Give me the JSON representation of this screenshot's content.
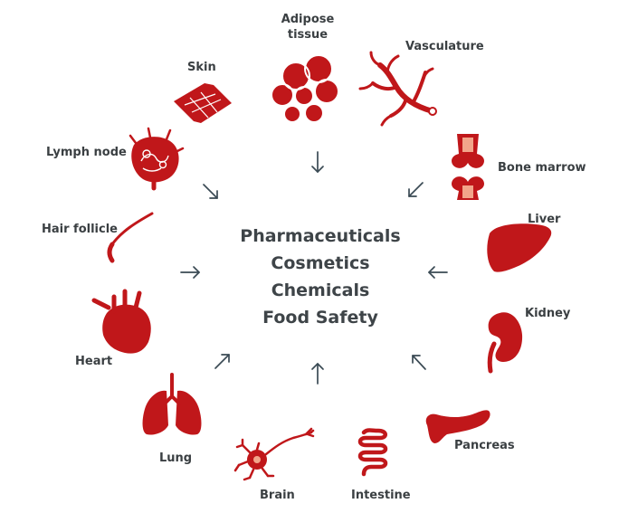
{
  "diagram": {
    "center_items": [
      "Pharmaceuticals",
      "Cosmetics",
      "Chemicals",
      "Food Safety"
    ],
    "organs": [
      {
        "key": "adipose",
        "label": "Adipose\ntissue"
      },
      {
        "key": "vasculature",
        "label": "Vasculature"
      },
      {
        "key": "bone_marrow",
        "label": "Bone marrow"
      },
      {
        "key": "liver",
        "label": "Liver"
      },
      {
        "key": "kidney",
        "label": "Kidney"
      },
      {
        "key": "pancreas",
        "label": "Pancreas"
      },
      {
        "key": "intestine",
        "label": "Intestine"
      },
      {
        "key": "brain",
        "label": "Brain"
      },
      {
        "key": "lung",
        "label": "Lung"
      },
      {
        "key": "heart",
        "label": "Heart"
      },
      {
        "key": "hair_follicle",
        "label": "Hair follicle"
      },
      {
        "key": "lymph_node",
        "label": "Lymph node"
      },
      {
        "key": "skin",
        "label": "Skin"
      }
    ],
    "colors": {
      "organ": "#c0171a",
      "arrow": "#3a4a54",
      "text": "#3e4448"
    }
  }
}
